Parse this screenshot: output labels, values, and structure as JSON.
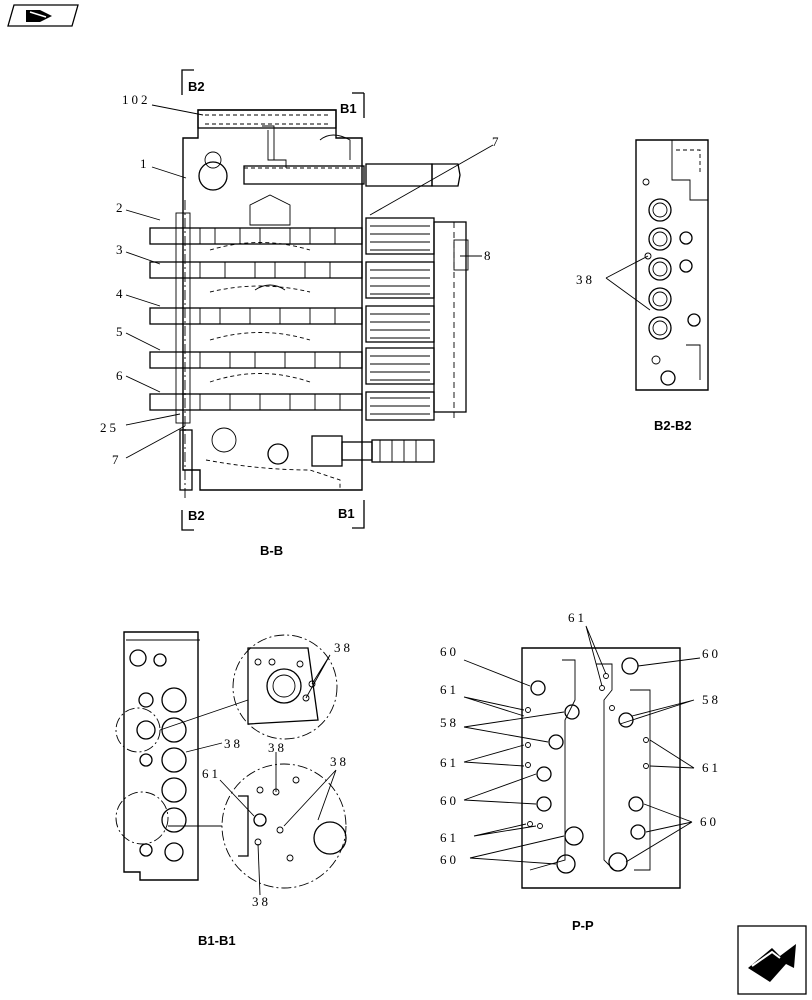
{
  "nav": {
    "back_icon": "back-arrow-icon",
    "forward_icon": "forward-arrow-icon"
  },
  "section_labels": {
    "b2_top": "B2",
    "b1_top": "B1",
    "b2_bottom": "B2",
    "b1_bottom": "B1",
    "bb": "B-B",
    "b2b2": "B2-B2",
    "b1b1": "B1-B1",
    "pp": "P-P"
  },
  "callouts_bb": {
    "c102": "102",
    "c1": "1",
    "c2": "2",
    "c3": "3",
    "c4": "4",
    "c5": "5",
    "c6": "6",
    "c25": "25",
    "c7a": "7",
    "c7b": "7",
    "c8": "8"
  },
  "callouts_b2": {
    "c38": "38"
  },
  "callouts_b1": {
    "c38a": "38",
    "c38b": "38",
    "c38c": "38",
    "c38d": "38",
    "c38e": "38",
    "c61": "61"
  },
  "callouts_pp": {
    "c60a": "60",
    "c61a": "61",
    "c58a": "58",
    "c61b": "61",
    "c60b": "60",
    "c61c": "61",
    "c60c": "60",
    "c61top": "61",
    "c60r": "60",
    "c58r": "58",
    "c61r": "61",
    "c60r2": "60"
  }
}
